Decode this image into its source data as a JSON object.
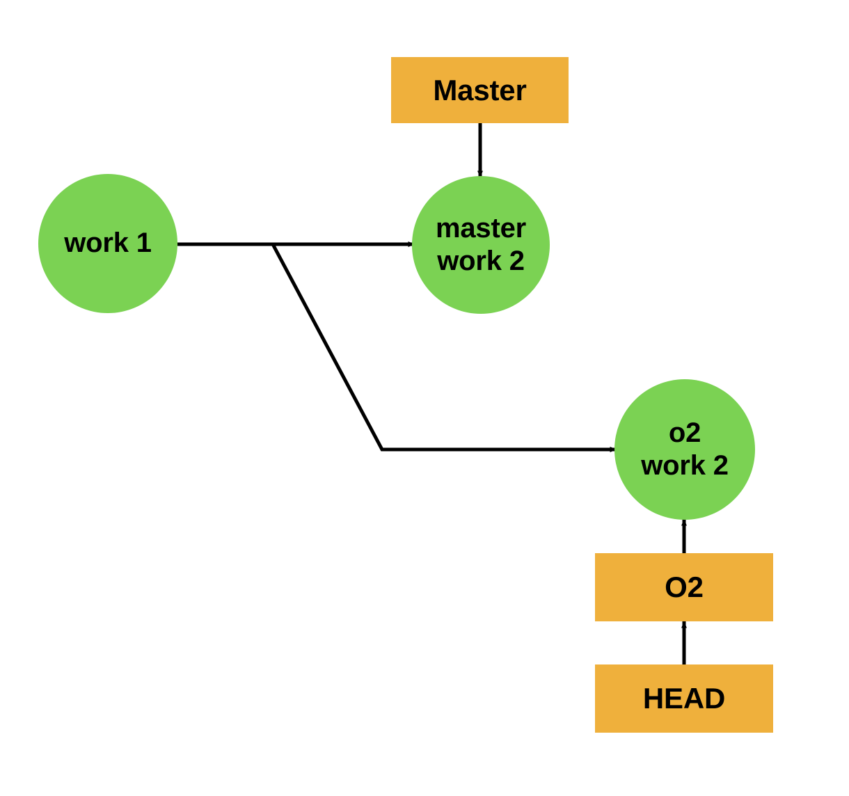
{
  "diagram": {
    "title": "Git branch / HEAD pointer diagram",
    "background_color": "#ffffff",
    "commit_color": "#7bd253",
    "ref_color": "#efb03c",
    "edge_color": "#000000"
  },
  "commits": {
    "work1": {
      "label": "work 1"
    },
    "master_work2": {
      "label": "master\nwork 2"
    },
    "o2_work2": {
      "label": "o2\nwork 2"
    }
  },
  "refs": {
    "master": {
      "label": "Master"
    },
    "o2": {
      "label": "O2"
    },
    "head": {
      "label": "HEAD"
    }
  },
  "edges": [
    {
      "name": "master-ref-to-master-commit",
      "from": "Master",
      "to": "master work 2",
      "style": "arrow"
    },
    {
      "name": "work1-to-master-work2",
      "from": "work 1",
      "to": "master work 2",
      "style": "arrow"
    },
    {
      "name": "work1-branch-to-o2-work2",
      "from": "work 1",
      "to": "o2 work 2",
      "style": "arrow"
    },
    {
      "name": "o2-ref-to-o2-commit",
      "from": "O2",
      "to": "o2 work 2",
      "style": "arrow"
    },
    {
      "name": "head-ref-to-o2-ref",
      "from": "HEAD",
      "to": "O2",
      "style": "arrow"
    }
  ]
}
